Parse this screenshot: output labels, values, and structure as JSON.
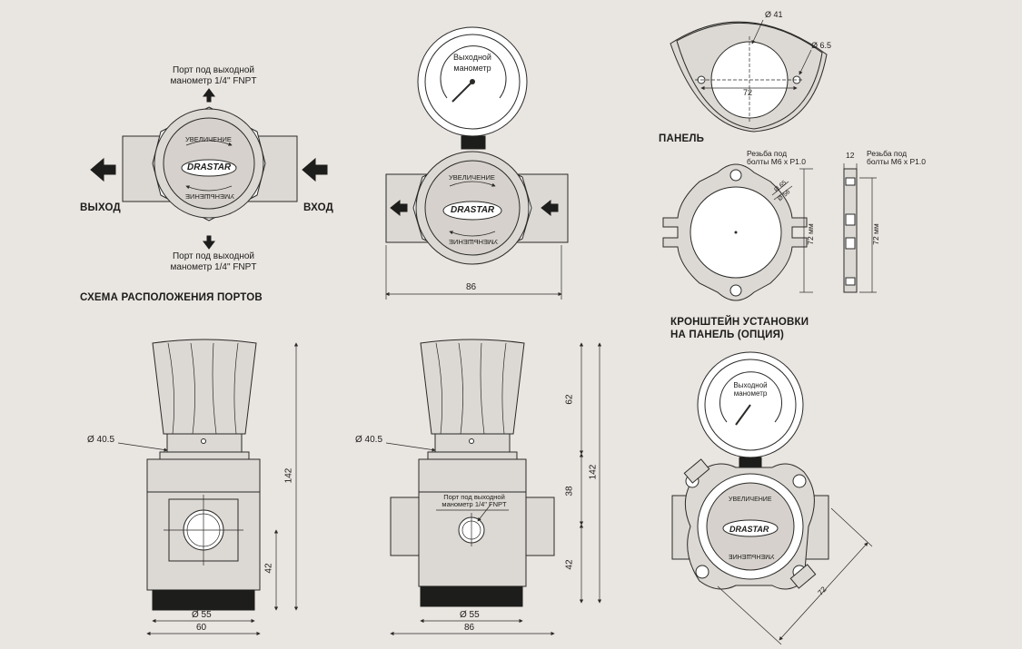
{
  "port_scheme": {
    "title": "СХЕМА РАСПОЛОЖЕНИЯ ПОРТОВ",
    "top_port": "Порт под выходной манометр 1/4\" FNPT",
    "bottom_port": "Порт под выходной манометр 1/4\" FNPT",
    "outlet": "ВЫХОД",
    "inlet": "ВХОД"
  },
  "knob": {
    "increase": "УВЕЛИЧЕНИЕ",
    "decrease": "УМЕНЬШЕНИЕ",
    "brand": "DRASTAR"
  },
  "gauge": {
    "label_line1": "Выходной",
    "label_line2": "манометр"
  },
  "front_view": {
    "width": "86"
  },
  "panel": {
    "title": "ПАНЕЛЬ",
    "diameter": "Ø 41",
    "hole": "Ø 6.5",
    "spacing": "72"
  },
  "bracket": {
    "thread_left": "Резьба под болты М6 x P1.0",
    "thread_right": "Резьба под болты М6 x P1.0",
    "thickness": "12",
    "height_left": "72 мм",
    "height_right": "72 мм",
    "d65": "Ø 65",
    "d56": "Ø 56",
    "title": "КРОНШТЕЙН УСТАНОВКИ НА ПАНЕЛЬ (ОПЦИЯ)"
  },
  "side_view_left": {
    "bonnet": "Ø 40.5",
    "height": "142",
    "port_height": "42",
    "base": "Ø 55",
    "width": "60"
  },
  "side_view_right": {
    "bonnet": "Ø 40.5",
    "port_label": "Порт под выходной манометр 1/4\" FNPT",
    "knob_height": "62",
    "body_height": "38",
    "port_height": "42",
    "total_height": "142",
    "base": "Ø 55",
    "width": "86"
  },
  "mounted_view": {
    "gauge_line1": "Выходной",
    "gauge_line2": "манометр",
    "diag": "72"
  }
}
